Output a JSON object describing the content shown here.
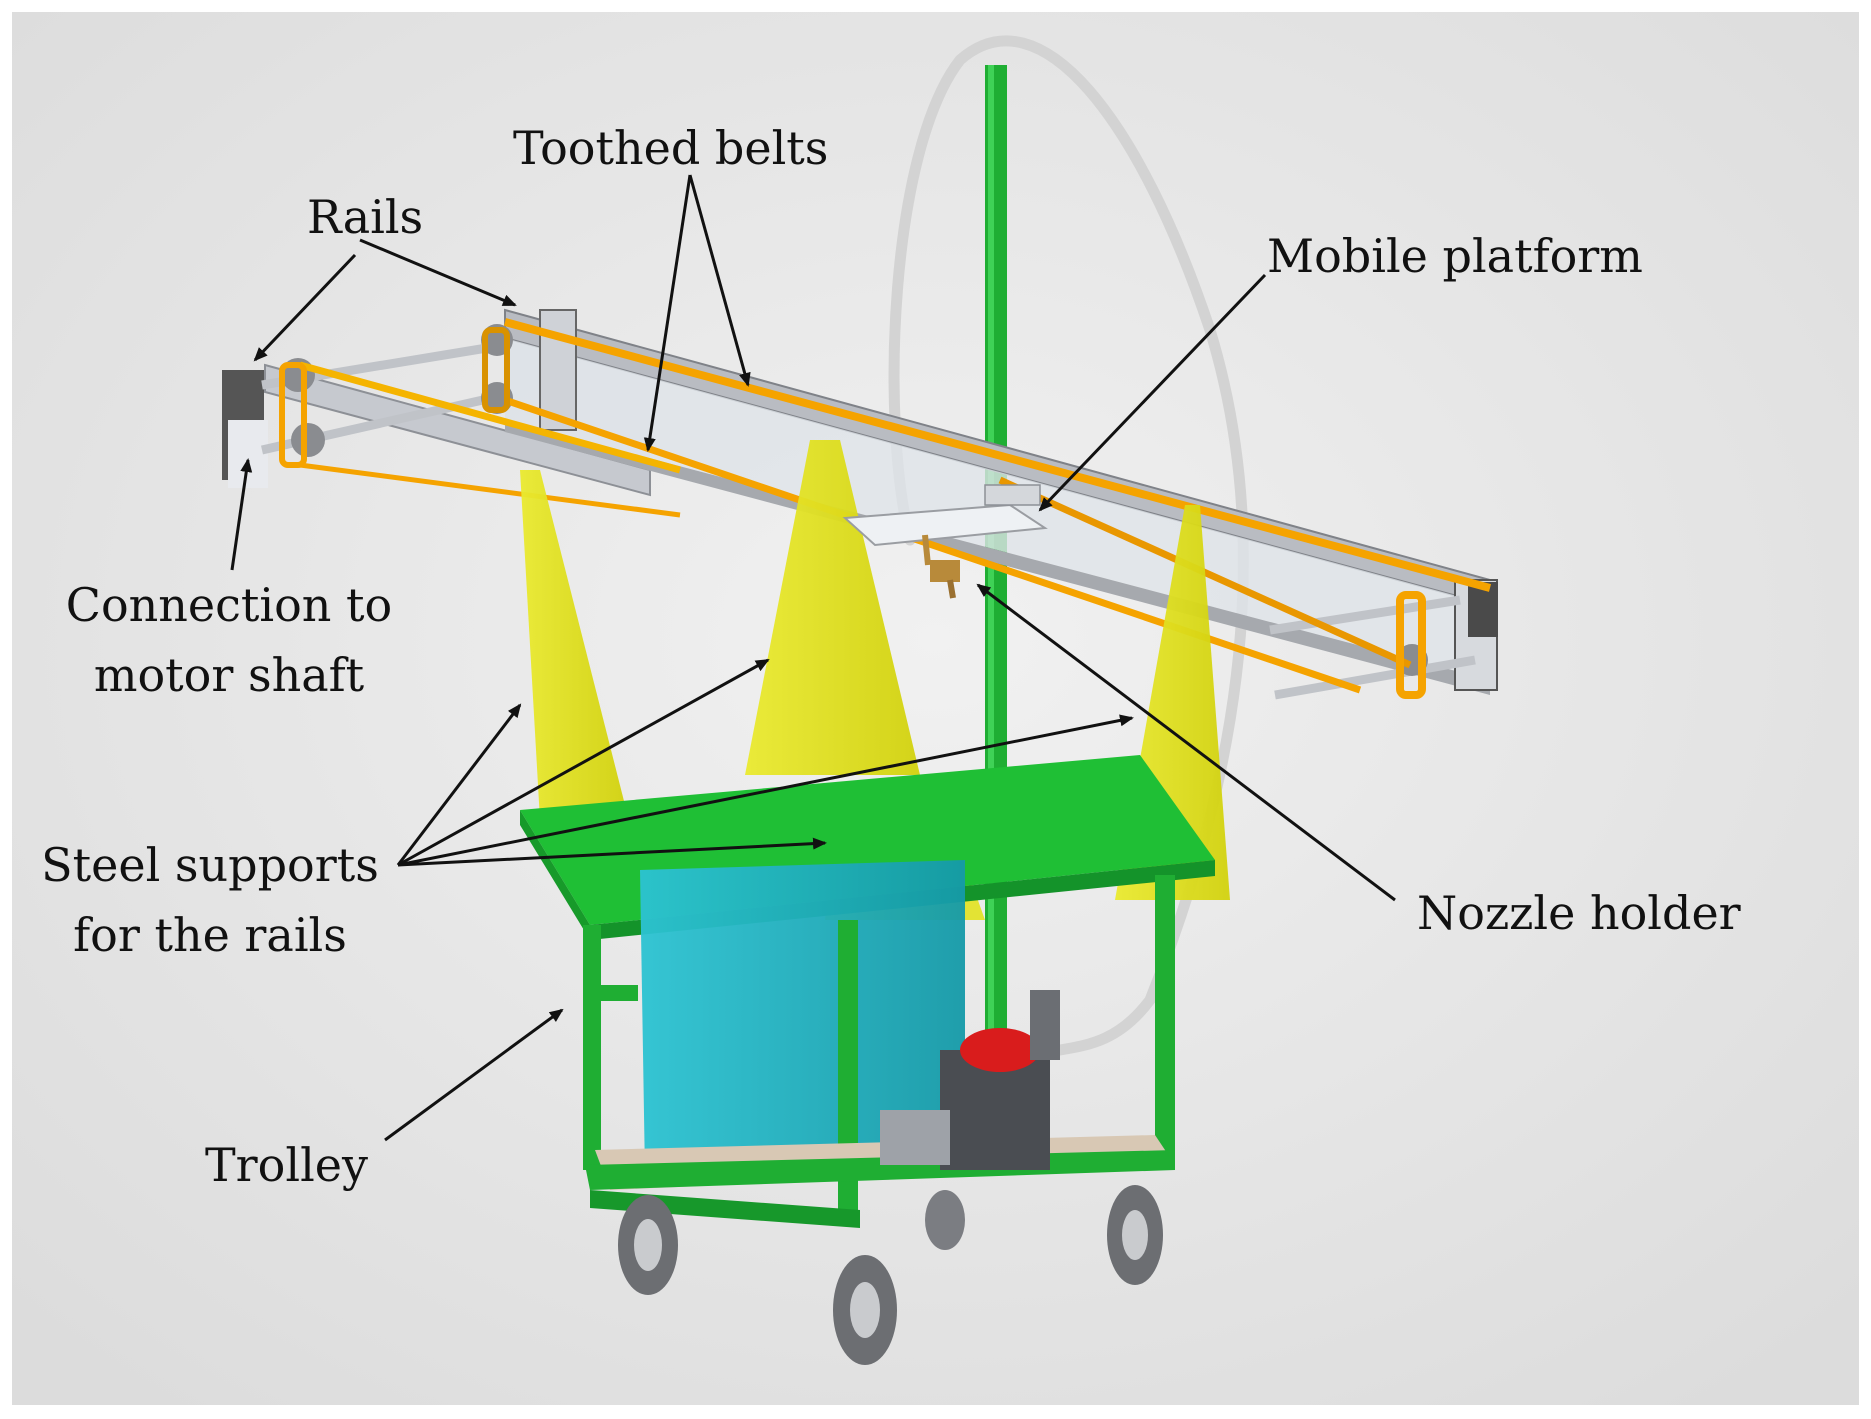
{
  "labels": {
    "toothed_belts": "Toothed belts",
    "rails": "Rails",
    "mobile_platform": "Mobile platform",
    "connection_line1": "Connection to",
    "connection_line2": "motor shaft",
    "steel_line1": "Steel supports",
    "steel_line2": "for the rails",
    "nozzle_holder": "Nozzle holder",
    "trolley": "Trolley"
  },
  "colors": {
    "background": "#e9e9e9",
    "trolley_green": "#1fbf35",
    "support_yellow": "#e6e61a",
    "belt_orange": "#f5a300",
    "tank_cyan": "#1fb4c4",
    "rail_grey": "#b9bcc2",
    "pump_red": "#d91c1c",
    "hose_white": "#d8d8d8"
  }
}
